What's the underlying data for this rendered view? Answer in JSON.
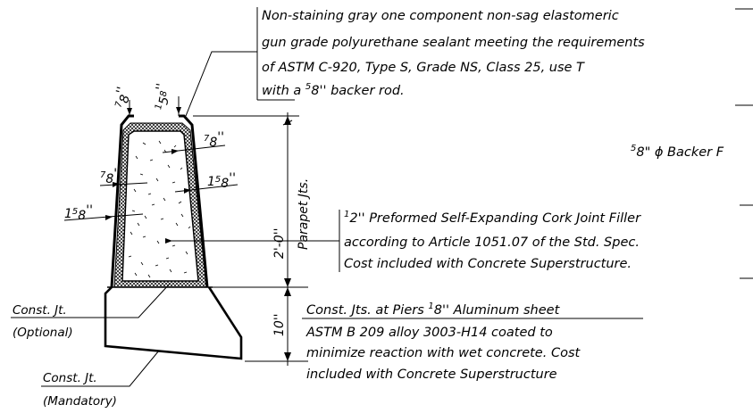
{
  "notes": {
    "sealant": {
      "line1": "Non-staining gray one component non-sag elastomeric",
      "line2": "gun grade polyurethane sealant meeting the requirements",
      "line3": "of ASTM C-920, Type S, Grade NS, Class 25, use T",
      "line4_pre": "with a ",
      "line4_sup": "5",
      "line4_sub": "8",
      "line4_post": "'' backer rod."
    },
    "backer_rod": {
      "sup": "5",
      "sub": "8",
      "text": "\" ϕ Backer F"
    },
    "cork": {
      "sup": "1",
      "sub": "2",
      "line1": "'' Preformed Self-Expanding Cork Joint Filler",
      "line2": "according to Article 1051.07 of the Std. Spec.",
      "line3": "Cost included with Concrete Superstructure."
    },
    "piers": {
      "line1_pre": "Const. Jts. at Piers ",
      "line1_sup": "1",
      "line1_sub": "8",
      "line1_post": "'' Aluminum sheet",
      "line2": "ASTM B 209 alloy 3003-H14 coated to",
      "line3": "minimize reaction with wet concrete.  Cost",
      "line4": "included with Concrete Superstructure"
    },
    "const_jt_optional": {
      "line1": "Const. Jt.",
      "line2": "(Optional)"
    },
    "const_jt_mandatory": {
      "line1": "Const. Jt.",
      "line2": "(Mandatory)"
    }
  },
  "dimensions": {
    "top_left": {
      "sup": "7",
      "sub": "8",
      "unit": "''"
    },
    "top_right": {
      "sup": "1",
      "mid": "5",
      "sub": "8",
      "unit": "''"
    },
    "inner_right_top": {
      "sup": "7",
      "sub": "8",
      "unit": "''"
    },
    "inner_left": {
      "sup": "7",
      "sub": "8",
      "unit": "''"
    },
    "inner_right_bottom": {
      "pre": "1",
      "sup": "5",
      "sub": "8",
      "unit": "''"
    },
    "outer_left": {
      "pre": "1",
      "sup": "5",
      "sub": "8",
      "unit": "''"
    },
    "height_upper": "2'-0''",
    "height_lower": "10''",
    "parapet_label": "Parapet Jts."
  }
}
